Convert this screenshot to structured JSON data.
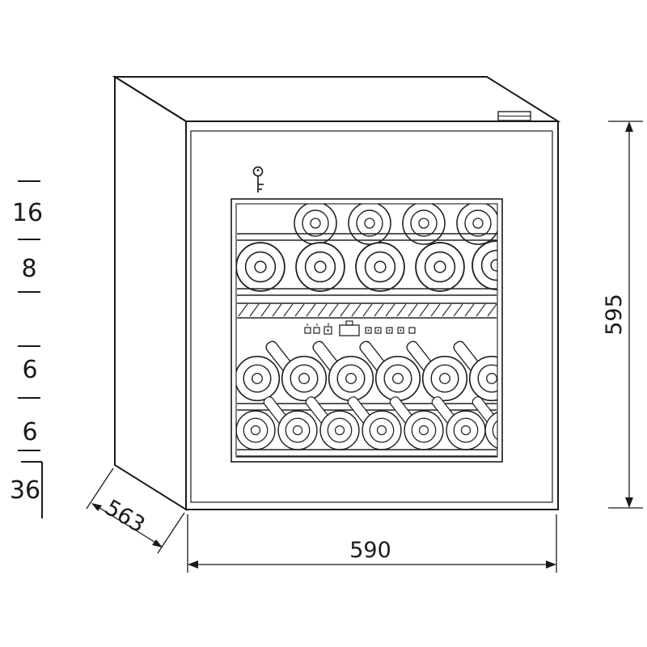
{
  "dimensions": {
    "width": "590",
    "height": "595",
    "depth": "563"
  },
  "shelf_spacings": [
    {
      "label": "16"
    },
    {
      "label": "8"
    },
    {
      "label": "6"
    },
    {
      "label": "6"
    },
    {
      "label": "36"
    }
  ]
}
